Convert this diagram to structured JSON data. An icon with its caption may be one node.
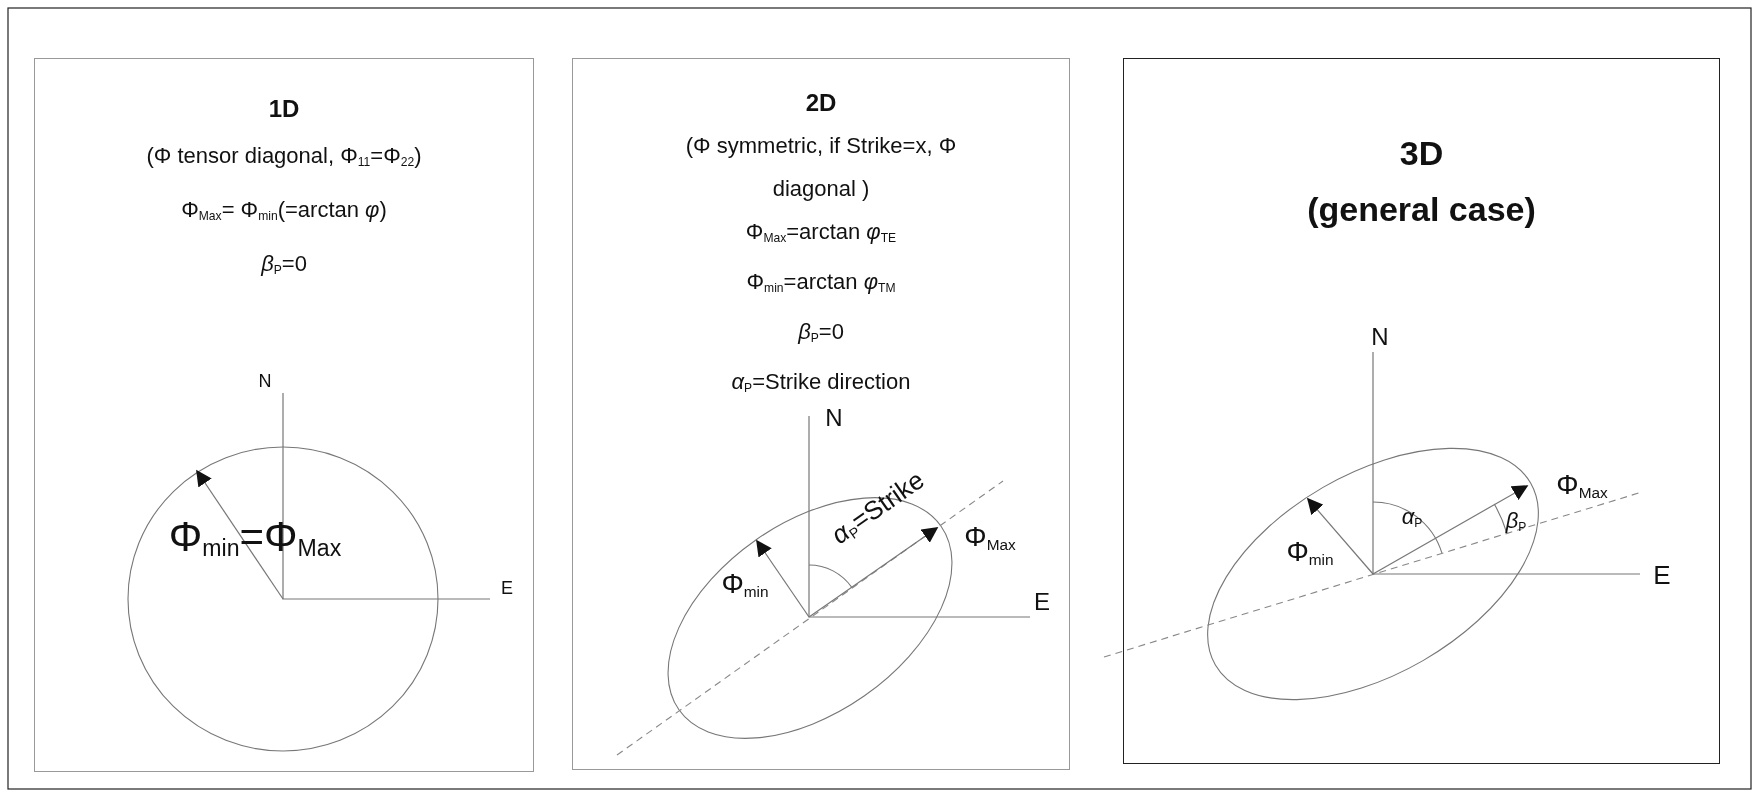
{
  "diagram": {
    "nodes": [
      {
        "text": [
          "1D",
          "(Φ tensor diagonal, Φ$_{11}$=Φ$_{22}$)",
          "Φ$_{Max}$= Φ$_{min}$(=arctan *φ*)",
          "*β*$_{P}$=0"
        ]
      },
      {
        "text": [
          "2D",
          "(Φ symmetric, if Strike=x, Φ diagonal )",
          "Φ$_{Max}$=arctan *φ*$_{TE}$",
          "Φ$_{min}$=arctan *φ*$_{TM}$",
          "*β*$_{P}$=0",
          "*α*$_{P}$=Strike direction"
        ]
      },
      {
        "text": [
          "3D",
          "(general case)"
        ]
      }
    ],
    "labels": [
      "N",
      "Φ$_{min}$=Φ$_{Max}$",
      "E",
      "N",
      "*α*$_{P}$=Strike",
      "Φ$_{Max}$",
      "Φ$_{min}$",
      "E",
      "N",
      "Φ$_{Max}$",
      "*α*$_{P}$",
      "*β*$_{P}$",
      "Φ$_{min}$",
      "E"
    ]
  }
}
